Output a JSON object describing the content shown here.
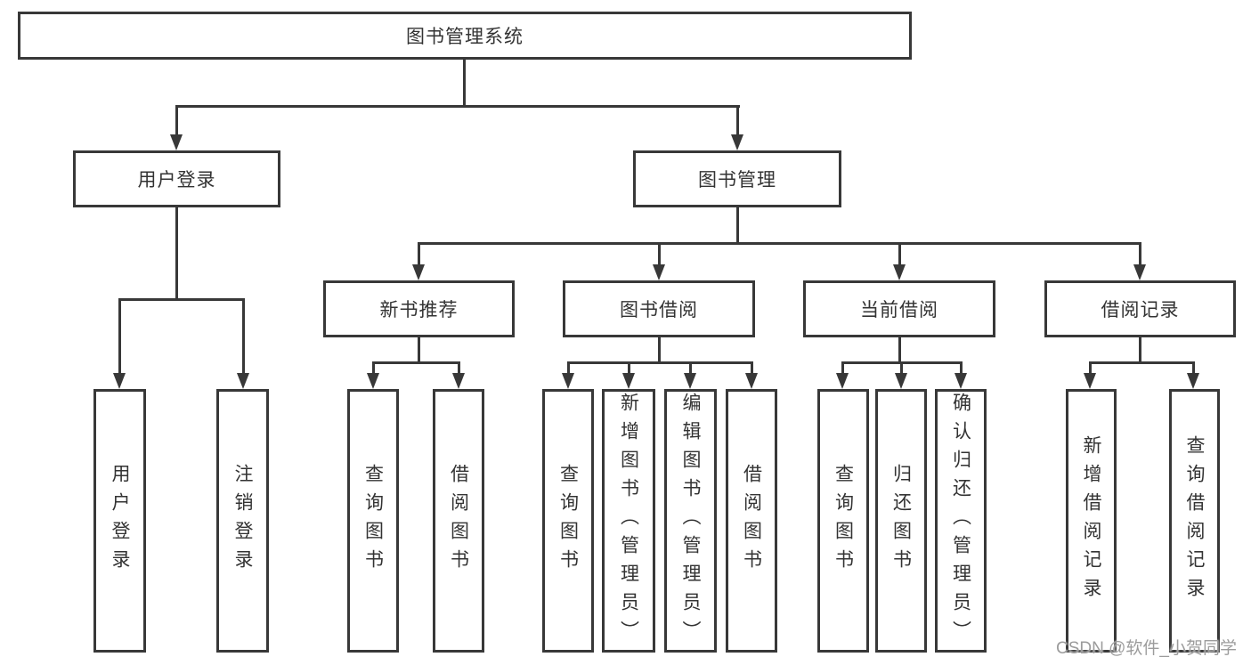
{
  "colors": {
    "line": "#383838",
    "text": "#333333",
    "watermark": "#9c9c9c",
    "background": "#ffffff"
  },
  "watermark": {
    "text": "CSDN @软件_小贺同学"
  },
  "tree": {
    "root": {
      "label": "图书管理系统",
      "children": [
        {
          "label": "用户登录",
          "children": [
            {
              "label": "用户登录"
            },
            {
              "label": "注销登录"
            }
          ]
        },
        {
          "label": "图书管理",
          "children": [
            {
              "label": "新书推荐",
              "children": [
                {
                  "label": "查询图书"
                },
                {
                  "label": "借阅图书"
                }
              ]
            },
            {
              "label": "图书借阅",
              "children": [
                {
                  "label": "查询图书"
                },
                {
                  "label": "新增图书（管理员）"
                },
                {
                  "label": "编辑图书（管理员）"
                },
                {
                  "label": "借阅图书"
                }
              ]
            },
            {
              "label": "当前借阅",
              "children": [
                {
                  "label": "查询图书"
                },
                {
                  "label": "归还图书"
                },
                {
                  "label": "确认归还（管理员）"
                }
              ]
            },
            {
              "label": "借阅记录",
              "children": [
                {
                  "label": "新增借阅记录"
                },
                {
                  "label": "查询借阅记录"
                }
              ]
            }
          ]
        }
      ]
    }
  }
}
